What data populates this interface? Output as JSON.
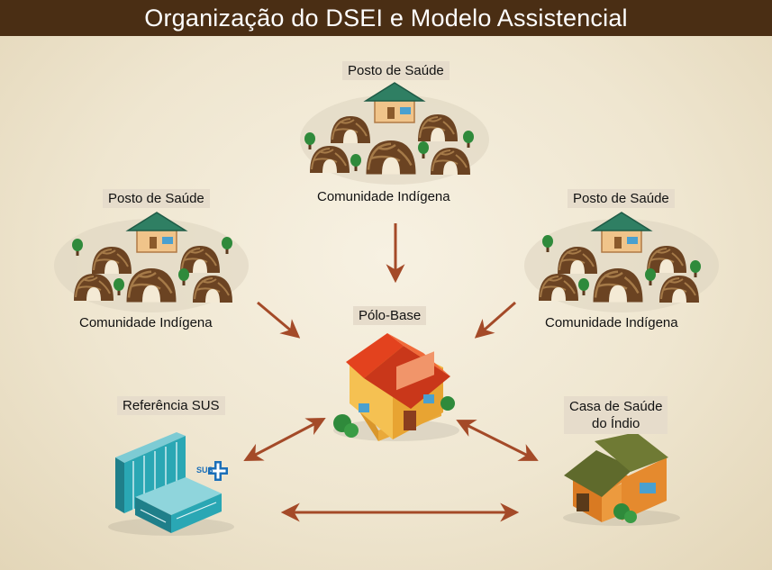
{
  "title": "Organização do DSEI e Modelo Assistencial",
  "communities": {
    "top": {
      "post_label": "Posto de Saúde",
      "community_label": "Comunidade Indígena"
    },
    "left": {
      "post_label": "Posto de Saúde",
      "community_label": "Comunidade Indígena"
    },
    "right": {
      "post_label": "Posto de Saúde",
      "community_label": "Comunidade Indígena"
    }
  },
  "polo_base": {
    "label": "Pólo-Base"
  },
  "referencia_sus": {
    "label": "Referência SUS",
    "logo_text": "SUS"
  },
  "casa_saude": {
    "label_line1": "Casa de Saúde",
    "label_line2": "do Índio"
  },
  "colors": {
    "title_bar": "#4a2e14",
    "arrow": "#a44a28",
    "label_bg": "#e6dccb",
    "post_roof": "#2f7f63",
    "hut": "#6b4322",
    "polo_roof": "#e3421e",
    "polo_wall": "#f2b640",
    "hospital": "#2aa7b4",
    "sus_blue": "#1b6fb8",
    "casa_roof": "#5f6a2c",
    "casa_wall": "#e58a2e"
  }
}
